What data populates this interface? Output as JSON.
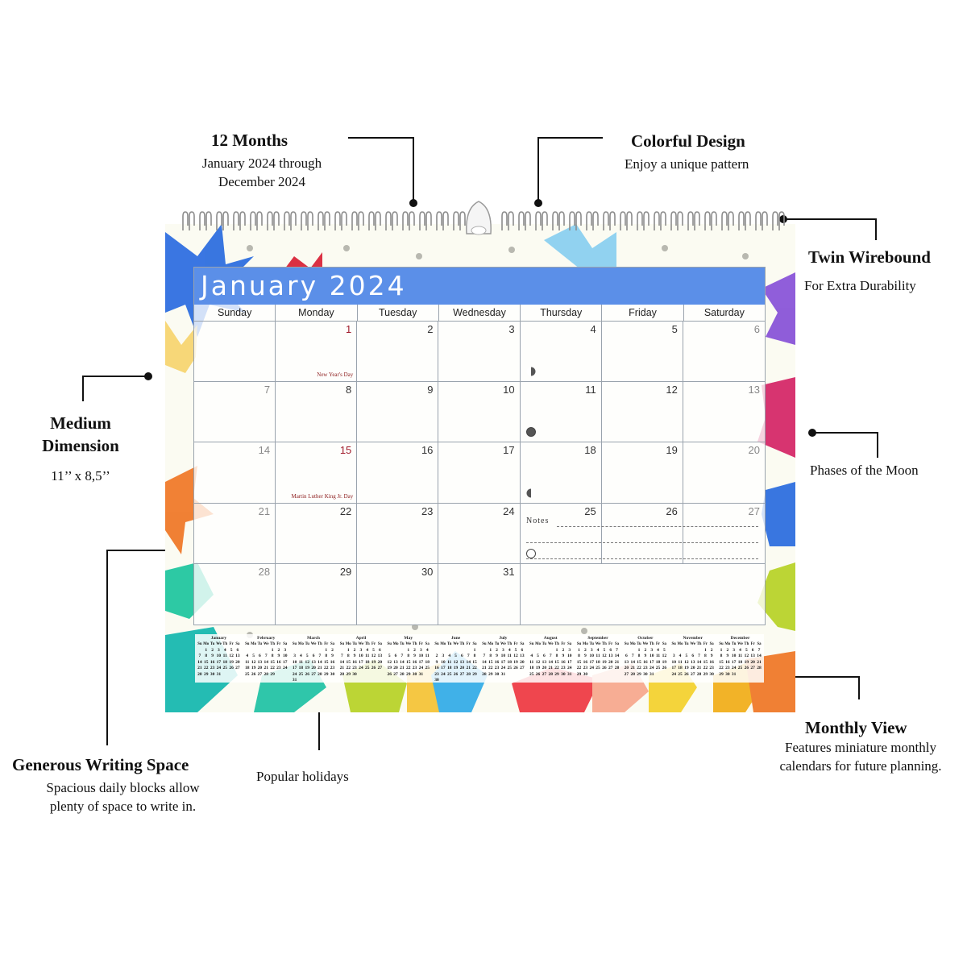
{
  "annotations": {
    "months": {
      "title": "12 Months",
      "lines": [
        "January 2024 through",
        "December 2024"
      ]
    },
    "design": {
      "title": "Colorful Design",
      "line": "Enjoy a unique pattern"
    },
    "wirebound": {
      "title": "Twin Wirebound",
      "line": "For Extra Durability"
    },
    "dimension": {
      "title_1": "Medium",
      "title_2": "Dimension",
      "line": "11’’ x 8,5’’"
    },
    "moon": {
      "line": "Phases of the Moon"
    },
    "writing": {
      "title": "Generous Writing Space",
      "lines": [
        "Spacious daily blocks allow",
        "plenty of space to write in."
      ]
    },
    "holidays": {
      "line": "Popular holidays"
    },
    "monthly": {
      "title": "Monthly View",
      "lines": [
        "Features miniature monthly",
        "calendars for future planning."
      ]
    }
  },
  "calendar": {
    "month_title": "January 2024",
    "weekdays": [
      "Sunday",
      "Monday",
      "Tuesday",
      "Wednesday",
      "Thursday",
      "Friday",
      "Saturday"
    ],
    "days": [
      "",
      "1",
      "2",
      "3",
      "4",
      "5",
      "6",
      "7",
      "8",
      "9",
      "10",
      "11",
      "12",
      "13",
      "14",
      "15",
      "16",
      "17",
      "18",
      "19",
      "20",
      "21",
      "22",
      "23",
      "24",
      "25",
      "26",
      "27",
      "28",
      "29",
      "30",
      "31",
      "",
      "",
      ""
    ],
    "holidays": [
      {
        "day": "1",
        "label": "New Year's Day"
      },
      {
        "day": "15",
        "label": "Martin Luther King Jr. Day"
      }
    ],
    "moon_phases": [
      {
        "day": "4",
        "phase": "last-quarter"
      },
      {
        "day": "11",
        "phase": "new-moon"
      },
      {
        "day": "18",
        "phase": "first-quarter"
      },
      {
        "day": "25",
        "phase": "full-moon"
      }
    ],
    "notes_label": "Notes",
    "banner_color": "#5b8fe8",
    "mini_weekdays": [
      "Su",
      "Mo",
      "Tu",
      "We",
      "Th",
      "Fr",
      "Sa"
    ],
    "mini_months": [
      "January",
      "February",
      "March",
      "April",
      "May",
      "June",
      "July",
      "August",
      "September",
      "October",
      "November",
      "December"
    ]
  }
}
